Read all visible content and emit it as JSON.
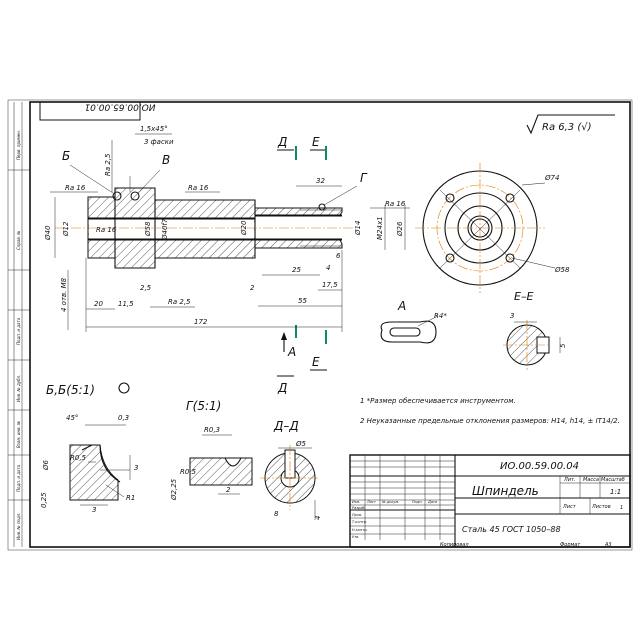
{
  "doc_code_rot": "ИО.00.65.00.01",
  "roughness_general": "Ra 6,3 (√)",
  "left_strip": [
    "Перв. примен.",
    "Справ. №",
    "Подп. и дата",
    "Инв. № дубл.",
    "Взам. инв. №",
    "Подп. и дата",
    "Инв. № подл."
  ],
  "view_labels": {
    "b": "Б",
    "v": "В",
    "g": "Г",
    "d": "Д",
    "e": "Е",
    "a": "А"
  },
  "main_dims": {
    "chamfer": "1,5x45°",
    "chamfer_note": "3 фаски",
    "ra25": "Ra 2,5",
    "ra16_a": "Ra 16",
    "ra16_b": "Ra 16",
    "ra16_c": "Ra 16",
    "ra16_d": "Ra 16",
    "ra25_b": "Ra 2,5",
    "d40": "Ø40",
    "d12": "Ø12",
    "d58": "Ø58",
    "d40f7": "Ø40f7",
    "d20": "Ø20",
    "d14": "Ø14",
    "m24": "M24x1",
    "d26": "Ø26",
    "l32": "32",
    "l25": "25",
    "l6": "6",
    "l4": "4",
    "l175": "17,5",
    "l2": "2",
    "l55": "55",
    "holes": "4 отв. M8",
    "l20": "20",
    "l115": "11,5",
    "l25b": "2,5",
    "l172": "172"
  },
  "flange": {
    "d74": "Ø74",
    "d58": "Ø58"
  },
  "section_a": {
    "title": "А",
    "r4": "R4*"
  },
  "section_ee": {
    "title": "Е–Е",
    "w3": "3",
    "h5": "5"
  },
  "detail_b": {
    "title": "Б,Б(5:1)",
    "a45": "45°",
    "r03": "0,3",
    "r05": "R0,5",
    "r1": "R1",
    "d6": "Ø6",
    "d025": "0,25",
    "w3": "3",
    "h3": "3"
  },
  "detail_g": {
    "title": "Г(5:1)",
    "r03": "R0,3",
    "r05": "R0,5",
    "d225": "Ø2,25",
    "w2": "2"
  },
  "section_dd": {
    "title": "Д–Д",
    "d5": "Ø5",
    "w8": "8",
    "h4": "4"
  },
  "notes": [
    "1  *Размер обеспечивается инструментом.",
    "2  Неуказанные предельные отклонения размеров: H14, h14, ± IT14/2."
  ],
  "title_block": {
    "code": "ИО.00.59.00.04",
    "name": "Шпиндель",
    "material": "Сталь 45 ГОСТ 1050–88",
    "lit": "Лит.",
    "mass": "Масса",
    "scale": "Масштаб",
    "scale_val": "1:1",
    "sheet": "Лист",
    "sheets": "Листов",
    "sheets_val": "1",
    "izm": "Изм.",
    "list": "Лист",
    "docnum": "№ докум.",
    "podp": "Подп.",
    "data": "Дата",
    "razrab": "Разраб.",
    "prov": "Пров.",
    "tkontr": "Т.контр.",
    "nkontr": "Н.контр.",
    "utv": "Утв.",
    "copied": "Копировал",
    "format": "Формат",
    "format_val": "А3"
  }
}
